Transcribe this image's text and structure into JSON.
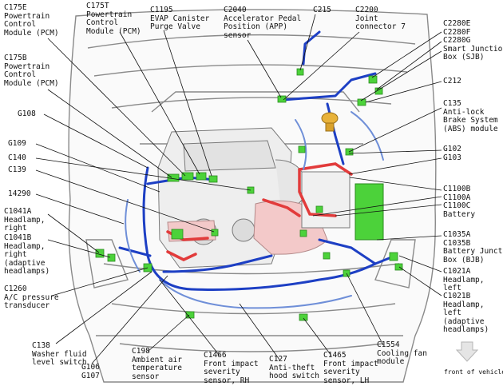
{
  "labels": {
    "c175e": "C175E\nPowertrain\nControl\nModule (PCM)",
    "c175t": "C175T\nPowertrain\nControl\nModule (PCM)",
    "c1195": "C1195\nEVAP Canister\nPurge Valve",
    "c2040": "C2040\nAccelerator Pedal\nPosition (APP)\nsensor",
    "c215": "C215",
    "c2200": "C2200\nJoint\nconnector 7",
    "c2280": "C2280E\nC2280F\nC2280G\nSmart Junction\nBox (SJB)",
    "c175b": "C175B\nPowertrain\nControl\nModule (PCM)",
    "c212": "C212",
    "g108": "G108",
    "c135": "C135\nAnti-lock\nBrake System\n(ABS) module",
    "g109": "G109",
    "c140": "C140",
    "c139": "C139",
    "g102": "G102\nG103",
    "c1100": "C1100B\nC1100A\nC1100C\nBattery",
    "n14290": "14290",
    "c1041a": "C1041A\nHeadlamp,\nright",
    "c1041b": "C1041B\nHeadlamp,\nright\n(adaptive\nheadlamps)",
    "c1035": "C1035A\nC1035B\nBattery Junction\nBox (BJB)",
    "c1021a": "C1021A\nHeadlamp,\nleft",
    "c1260": "C1260\nA/C pressure\ntransducer",
    "c1021b": "C1021B\nHeadlamp,\nleft\n(adaptive\nheadlamps)",
    "c138": "C138\nWasher fluid\nlevel switch",
    "g106": "G106\nG107",
    "c198": "C198\nAmbient air\ntemperature\nsensor",
    "c1466": "C1466\nFront impact\nseverity\nsensor, RH",
    "c127": "C127\nAnti-theft\nhood switch",
    "c1465": "C1465\nFront impact\nseverity\nsensor, LH",
    "c1554": "C1554\nCooling fan\nmodule",
    "front": "front of vehicle"
  },
  "icons": {
    "front_arrow": "arrow-down-icon"
  },
  "colors": {
    "connector_green": "#4cd23a",
    "harness_blue": "#1d3fc4",
    "harness_light_blue": "#6f8fd8",
    "highlight_red": "#e23b3b",
    "outline_gray": "#7a7a7a",
    "leader_black": "#111111"
  }
}
